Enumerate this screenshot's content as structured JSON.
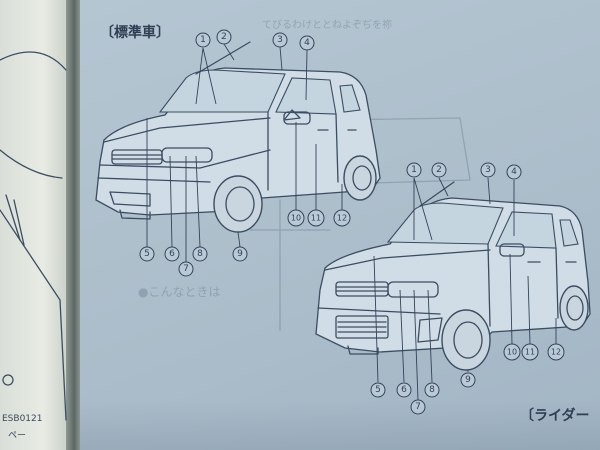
{
  "standard_label": "〔標準車〕",
  "rider_label": "〔ライダー",
  "code_label": "ESB0121",
  "page_number": "ペー",
  "margin_text": "てびるわけととねよぞぢを祢",
  "ghost_text": "●こんなときは",
  "callout_numbers": [
    "1",
    "2",
    "3",
    "4",
    "5",
    "6",
    "7",
    "8",
    "9",
    "10",
    "11",
    "12"
  ]
}
